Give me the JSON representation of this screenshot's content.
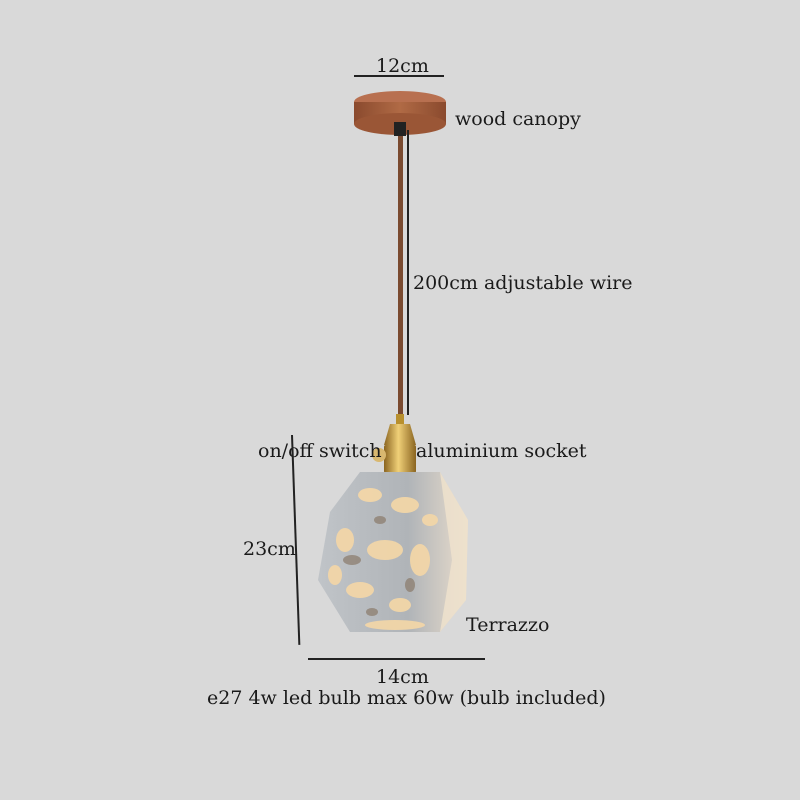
{
  "product": {
    "type": "pendant lamp dimension diagram",
    "colors": {
      "background": "#d9d9d9",
      "canopy": "#9a5a3a",
      "wire": "#7a4a30",
      "socket": "#c9a040",
      "shade": "#b8bcc0",
      "text": "#1a1a1a"
    }
  },
  "dimensions": {
    "canopy_width": "12cm",
    "shade_height": "23cm",
    "shade_width": "14cm"
  },
  "annotations": {
    "canopy": "wood canopy",
    "wire": "200cm adjustable wire",
    "switch": "on/off switch",
    "socket": "aluminium socket",
    "material": "Terrazzo",
    "bulb": "e27 4w led bulb max 60w (bulb included)"
  }
}
